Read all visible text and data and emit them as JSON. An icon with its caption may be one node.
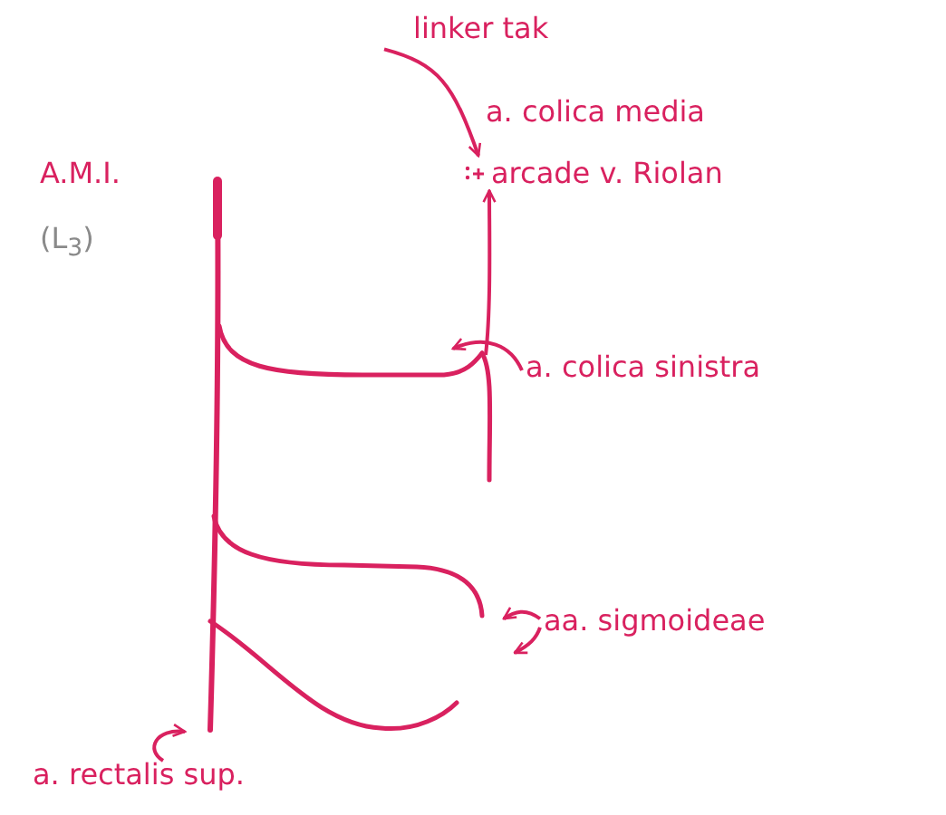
{
  "diagram": {
    "nodes": [
      {
        "text": [
          "linker tak"
        ]
      },
      {
        "text": [
          "a. colica media"
        ]
      },
      {
        "text": [
          "arcade v. Riolan"
        ]
      },
      {
        "text": [
          "A.M.I."
        ]
      },
      {
        "text": [
          "(L$_{3}$)"
        ]
      },
      {
        "text": [
          "a. colica sinistra"
        ]
      },
      {
        "text": [
          "aa. sigmoideae"
        ]
      },
      {
        "text": [
          "a. rectalis sup."
        ]
      }
    ],
    "edges": [
      {
        "from": 0,
        "to": 2,
        "arrow": "to"
      },
      {
        "from": null,
        "to": 2,
        "arrow": "to"
      },
      {
        "from": 5,
        "to": null,
        "arrow": "to"
      },
      {
        "from": 6,
        "to": null,
        "arrow": "to"
      },
      {
        "from": 6,
        "to": null,
        "arrow": "to"
      },
      {
        "from": 7,
        "to": null,
        "arrow": "to"
      }
    ]
  }
}
